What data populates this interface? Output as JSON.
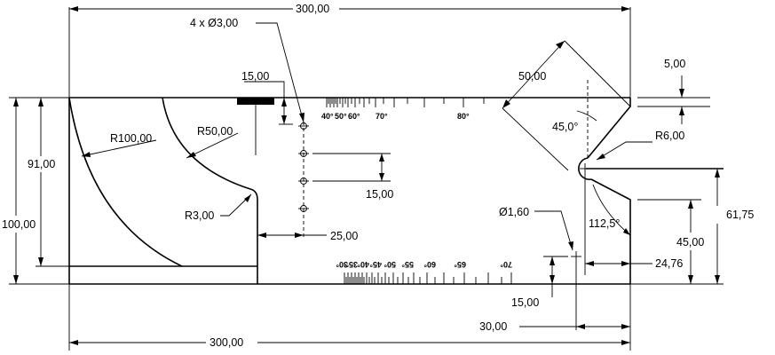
{
  "dimensions": {
    "top_width": "300,00",
    "bottom_width": "300,00",
    "holes": "4 x Ø3,00",
    "top_notch_depth": "15,00",
    "r100": "R100,00",
    "r50": "R50,00",
    "r3": "R3,00",
    "left_height_91": "91,00",
    "left_height_100": "100,00",
    "hole_spacing": "15,00",
    "hole_offset": "25,00",
    "v_side": "50,00",
    "v_angle": "45,0°",
    "v_depth": "5,00",
    "r6": "R6,00",
    "angle_112": "112,5°",
    "d16": "Ø1,60",
    "height_6175": "61,75",
    "height_45": "45,00",
    "offset_2476": "24,76",
    "bottom_15": "15,00",
    "bottom_30": "30,00"
  },
  "top_scale_labels": [
    "40°",
    "50°",
    "60°",
    "70°",
    "80°"
  ],
  "bottom_scale_labels": [
    "30°",
    "35°",
    "40°",
    "45°",
    "50°",
    "55°",
    "60°",
    "65°",
    "70°"
  ]
}
